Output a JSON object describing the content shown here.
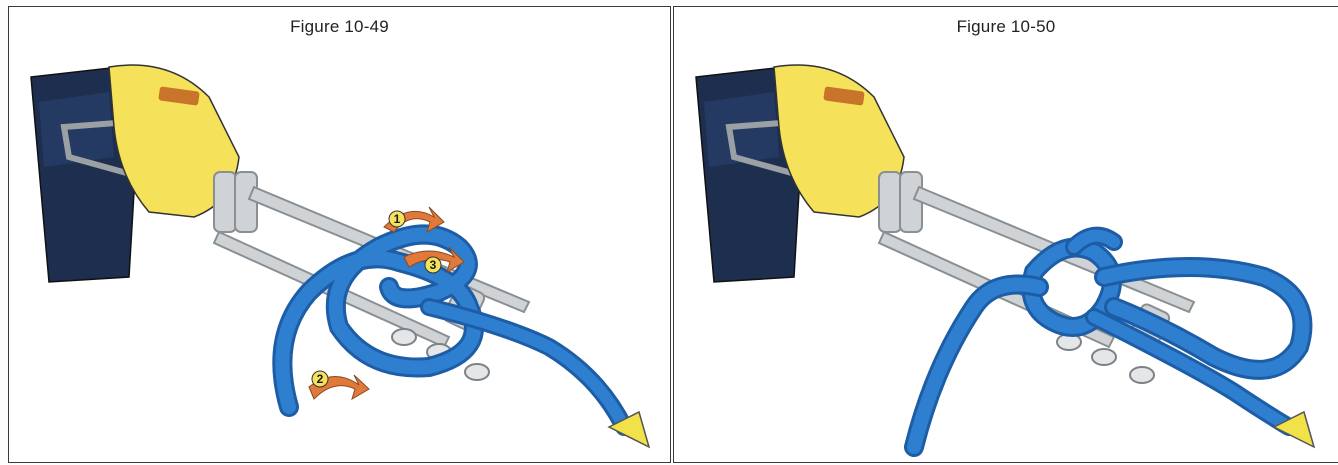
{
  "figures": [
    {
      "caption": "Figure 10-49",
      "step_badges": [
        "1",
        "2",
        "3"
      ]
    },
    {
      "caption": "Figure 10-50"
    }
  ],
  "colors": {
    "rope": "#2f7fd0",
    "rope_dark": "#1d5da6",
    "glove": "#f6e25a",
    "glove_cuff": "#c9742b",
    "sleeve": "#1d2e4f",
    "metal": "#cfd3d6",
    "arrow": "#e0793a",
    "cone": "#f2e24a"
  }
}
